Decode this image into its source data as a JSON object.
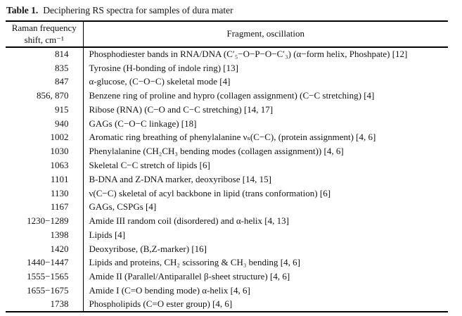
{
  "caption": {
    "label": "Table 1.",
    "text": "Deciphering RS spectra for samples of dura mater"
  },
  "table": {
    "headers": [
      "Raman frequency shift, cm⁻¹",
      "Fragment, oscillation"
    ],
    "rows": [
      {
        "shift": "814",
        "fragment": "Phosphodiester bands in RNA/DNA (C′₅−O−P−O−C′₃) (α−form helix, Phoshpate) [12]"
      },
      {
        "shift": "835",
        "fragment": "Tyrosine (H-bonding of indole ring) [13]"
      },
      {
        "shift": "847",
        "fragment": "α-glucose, (C−O−C) skeletal mode [4]"
      },
      {
        "shift": "856, 870",
        "fragment": "Benzene ring of proline and hypro (collagen assignment) (C−C stretching) [4]"
      },
      {
        "shift": "915",
        "fragment": "Ribose (RNA) (C−O and C−C stretching) [14, 17]"
      },
      {
        "shift": "940",
        "fragment": "GAGs (C−O−C linkage) [18]"
      },
      {
        "shift": "1002",
        "fragment": "Aromatic ring breathing of phenylalanine νₛ(C−C), (protein assignment) [4, 6]"
      },
      {
        "shift": "1030",
        "fragment": "Phenylalanine (CH₂CH₃ bending modes (collagen assignment)) [4, 6]"
      },
      {
        "shift": "1063",
        "fragment": "Skeletal C−C stretch of lipids [6]"
      },
      {
        "shift": "1101",
        "fragment": "B-DNA and Z-DNA marker, deoxyribose [14, 15]"
      },
      {
        "shift": "1130",
        "fragment": "ν(C−C) skeletal of acyl backbone in lipid (trans conformation) [6]"
      },
      {
        "shift": "1167",
        "fragment": "GAGs, CSPGs [4]"
      },
      {
        "shift": "1230−1289",
        "fragment": "Amide III random coil (disordered) and α-helix [4, 13]"
      },
      {
        "shift": "1398",
        "fragment": "Lipids [4]"
      },
      {
        "shift": "1420",
        "fragment": "Deoxyribose, (B,Z-marker) [16]"
      },
      {
        "shift": "1440−1447",
        "fragment": "Lipids and proteins, CH₂ scissoring & CH₃ bending [4, 6]"
      },
      {
        "shift": "1555−1565",
        "fragment": "Amide II (Parallel/Antiparallel β-sheet structure) [4, 6]"
      },
      {
        "shift": "1655−1675",
        "fragment": "Amide I (C=O bending mode) α-helix [4, 6]"
      },
      {
        "shift": "1738",
        "fragment": "Phospholipids (C=O ester group) [4, 6]"
      }
    ]
  },
  "colors": {
    "background": "#ffffff",
    "text": "#141414",
    "rule": "#000000"
  }
}
